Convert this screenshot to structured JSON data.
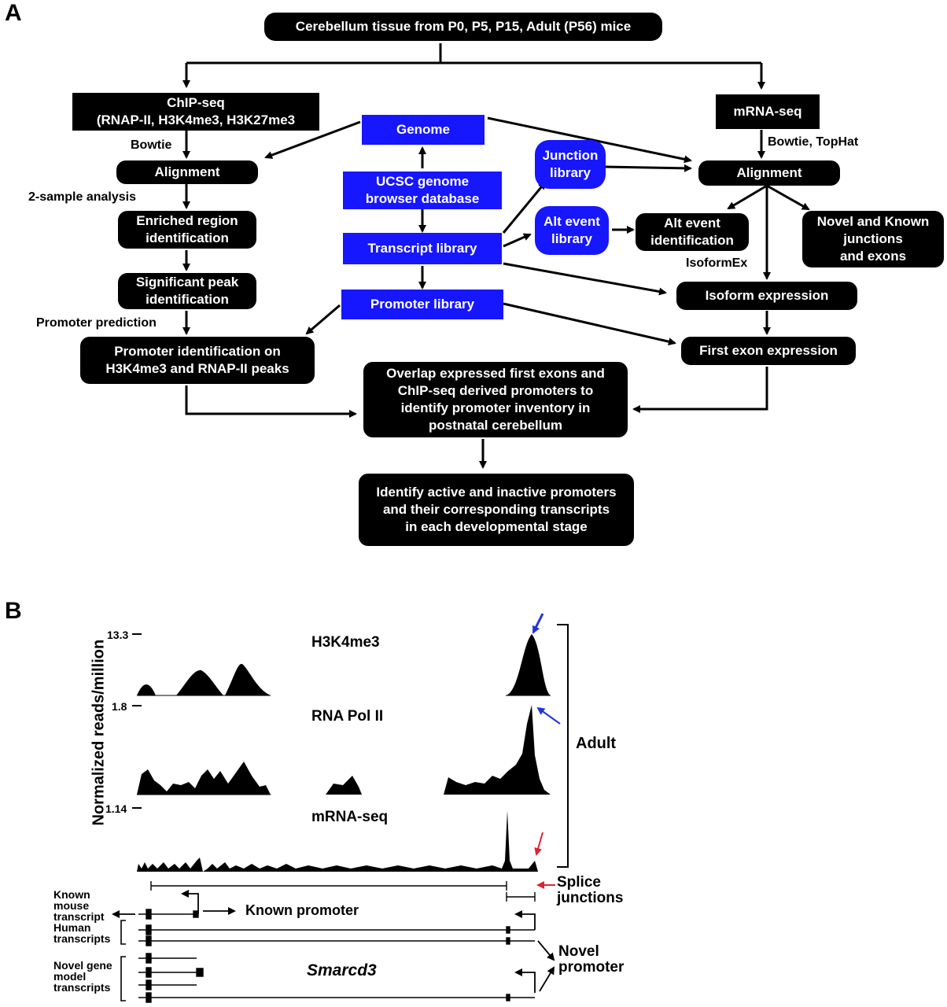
{
  "panel_a": {
    "letter": "A",
    "top": "Cerebellum tissue from P0, P5, P15, Adult (P56) mice",
    "chipseq": "ChIP-seq\n(RNAP-II, H3K4me3, H3K27me3",
    "mrnaseq": "mRNA-seq",
    "bowtie_left": "Bowtie",
    "bowtie_right": "Bowtie, TopHat",
    "align_left": "Alignment",
    "align_right": "Alignment",
    "two_sample": "2-sample analysis",
    "enriched": "Enriched region\nidentification",
    "sigpeak": "Significant peak\nidentification",
    "promoter_pred": "Promoter prediction",
    "promoter_id": "Promoter identification on\nH3K4me3 and RNAP-II peaks",
    "genome": "Genome",
    "ucsc": "UCSC genome\nbrowser database",
    "transcript_lib": "Transcript library",
    "promoter_lib": "Promoter library",
    "junction_lib": "Junction\nlibrary",
    "alt_event_lib": "Alt event\nlibrary",
    "alt_event_id": "Alt event\nidentification",
    "novel_known": "Novel and Known\njunctions\nand exons",
    "isoformex": "IsoformEx",
    "isoform_expr": "Isoform expression",
    "first_exon": "First exon expression",
    "overlap": "Overlap expressed first exons and\nChIP-seq derived promoters to\nidentify promoter inventory in\npostnatal cerebellum",
    "identify": "Identify active and inactive promoters\nand their corresponding transcripts\nin each developmental stage"
  },
  "panel_b": {
    "letter": "B",
    "y_axis_label": "Normalized reads/million",
    "tracks": [
      {
        "name": "H3K4me3",
        "max": "13.3"
      },
      {
        "name": "RNA Pol II",
        "max": "1.8"
      },
      {
        "name": "mRNA-seq",
        "max": "1.14"
      }
    ],
    "stage": "Adult",
    "splice": "Splice\njunctions",
    "known_mouse": "Known\nmouse\ntranscript",
    "human": "Human\ntranscripts",
    "novel_gene": "Novel gene\nmodel\ntranscripts",
    "known_promoter": "Known promoter",
    "novel_promoter": "Novel\npromoter",
    "gene": "Smarcd3"
  },
  "colors": {
    "black": "#000000",
    "blue_box": "#1616ff",
    "blue_arrow": "#2233dd",
    "red_arrow": "#dd2233"
  }
}
